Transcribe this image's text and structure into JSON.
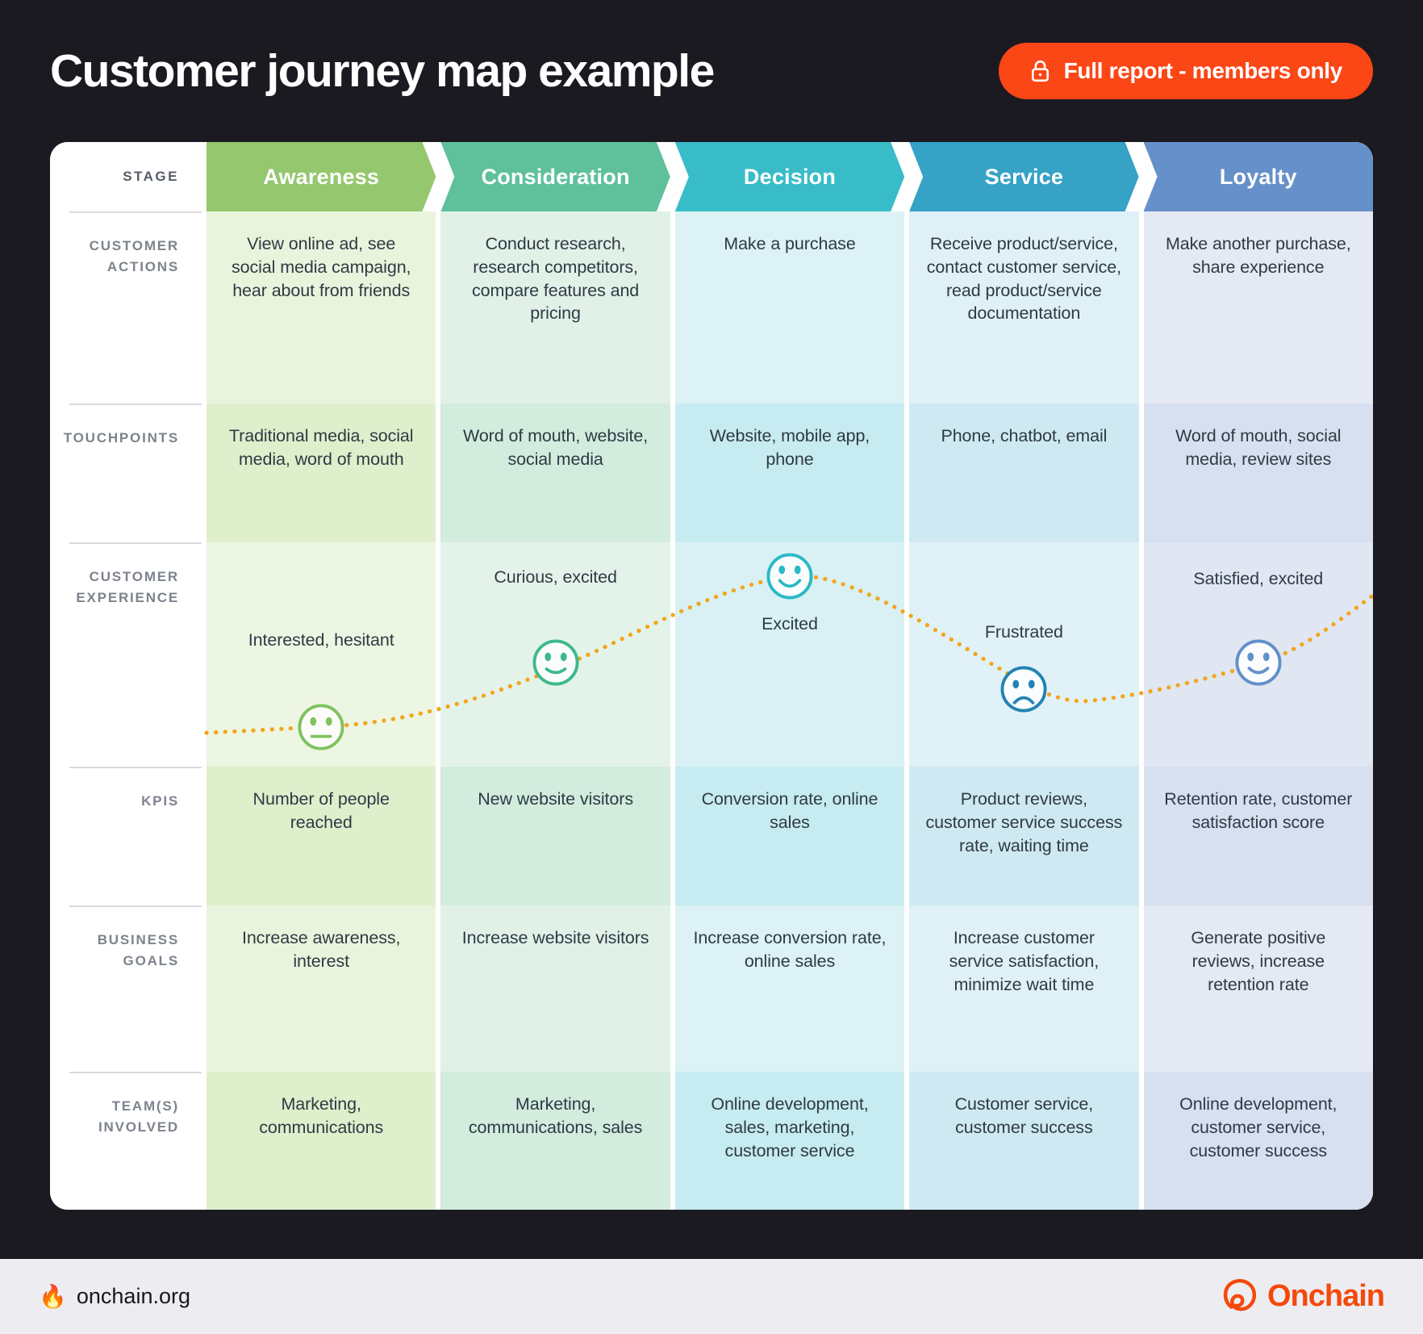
{
  "header": {
    "title": "Customer journey map example",
    "cta_label": "Full report - members only",
    "cta_color": "#fb4616"
  },
  "table": {
    "stage_column_label": "STAGE",
    "stages": [
      "Awareness",
      "Consideration",
      "Decision",
      "Service",
      "Loyalty"
    ],
    "stage_colors": [
      "#94c76e",
      "#5fc09c",
      "#38bcc8",
      "#35a2c6",
      "#6690c9"
    ],
    "row_labels": [
      "CUSTOMER ACTIONS",
      "TOUCHPOINTS",
      "CUSTOMER EXPERIENCE",
      "KPIS",
      "BUSINESS GOALS",
      "TEAM(S) INVOLVED"
    ],
    "customer_actions": [
      "View online ad, see social media campaign, hear about from friends",
      "Conduct research, research competitors, compare features and pricing",
      "Make a purchase",
      "Receive product/service, contact customer service, read product/service documentation",
      "Make another purchase, share experience"
    ],
    "touchpoints": [
      "Traditional media, social media, word of mouth",
      "Word of mouth, website, social media",
      "Website, mobile app, phone",
      "Phone, chatbot, email",
      "Word of mouth, social media, review sites"
    ],
    "customer_experience": {
      "moods": [
        "Interested, hesitant",
        "Curious, excited",
        "Excited",
        "Frustrated",
        "Satisfied, excited"
      ],
      "faces": [
        "neutral-face",
        "slight-smile-face",
        "big-smile-face",
        "frown-face",
        "smile-face"
      ],
      "face_colors": [
        "#80c25f",
        "#3eb98d",
        "#2ab9c6",
        "#2383b4",
        "#6190cb"
      ],
      "line_color": "#f2a61b"
    },
    "kpis": [
      "Number of people reached",
      "New website visitors",
      "Conversion rate, online sales",
      "Product reviews, customer service success rate, waiting time",
      "Retention rate, customer satisfaction score"
    ],
    "business_goals": [
      "Increase awareness, interest",
      "Increase website visitors",
      "Increase conversion rate, online sales",
      "Increase customer service satisfaction, minimize wait time",
      "Generate positive reviews, increase retention rate"
    ],
    "teams_involved": [
      "Marketing, communications",
      "Marketing, communications, sales",
      "Online development, sales, marketing, customer service",
      "Customer service, customer success",
      "Online development, customer service, customer success"
    ]
  },
  "footer": {
    "fire_icon": "🔥",
    "site": "onchain.org",
    "brand": "Onchain",
    "brand_color": "#f4490c"
  }
}
